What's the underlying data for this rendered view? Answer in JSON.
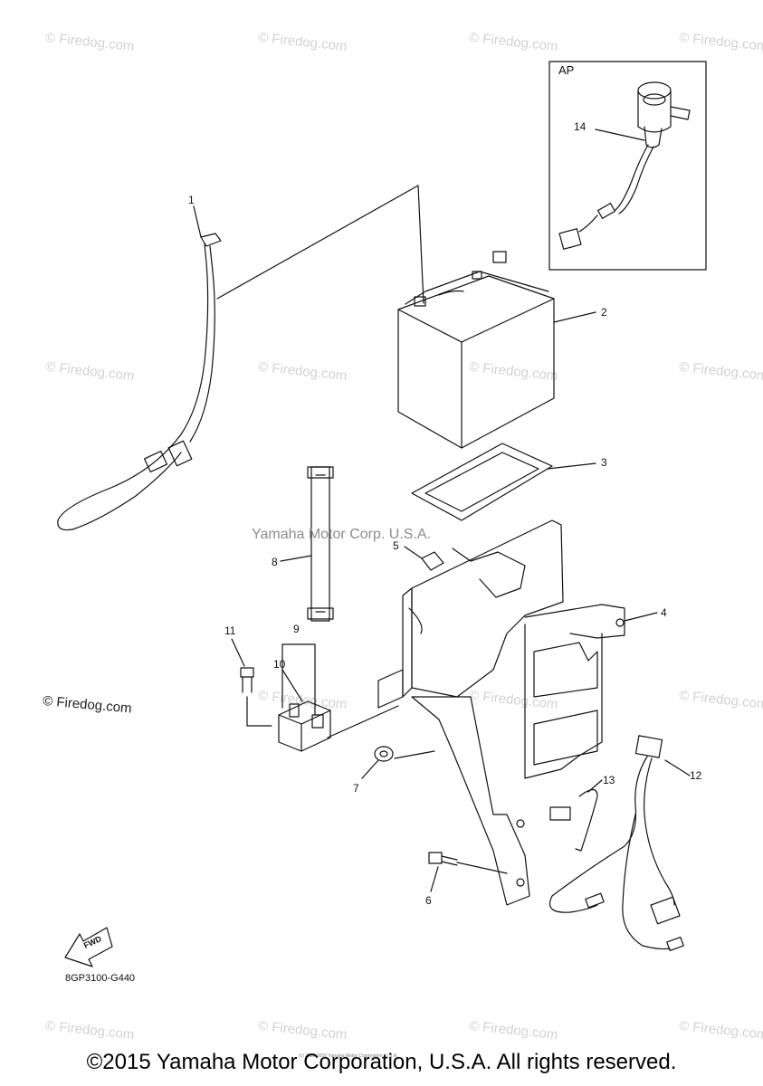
{
  "diagram": {
    "inset_label": "AP",
    "part_code": "8GP3100-G440",
    "fwd_label": "FWD",
    "side_copyright": "© Firedog.com",
    "center_watermark": "Yamaha Motor Corp. U.S.A.",
    "tiny_print": "(c) 2005-2015 Yamaha Motor Corporation, U.S.A.",
    "callouts": [
      "1",
      "2",
      "3",
      "4",
      "5",
      "6",
      "7",
      "8",
      "9",
      "10",
      "11",
      "12",
      "13",
      "14"
    ]
  },
  "watermark": {
    "text": "© Firedog.com"
  },
  "footer": {
    "copyright": "©2015 Yamaha Motor Corporation, U.S.A. All rights reserved."
  },
  "colors": {
    "line": "#111111",
    "watermark": "#d2d2d2",
    "background": "#ffffff"
  }
}
